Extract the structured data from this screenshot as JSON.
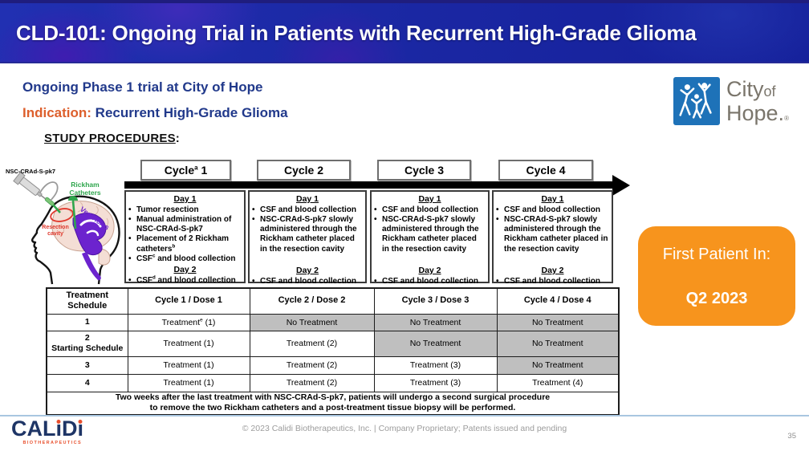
{
  "ui": {
    "bullet": "•"
  },
  "colors": {
    "banner_blue": "#1B28A4",
    "headline_navy": "#21398B",
    "accent_orange": "#DD5F2C",
    "callout_orange": "#F7941D",
    "catheter_green": "#2FA64D",
    "ventricle_purple": "#6C23CE",
    "resection_red": "#E0382C",
    "city_of_hope_blue": "#1E72B8",
    "table_shaded_gray": "#BFBFBF",
    "calidi_navy": "#1E3566"
  },
  "slide": {
    "title": "CLD-101: Ongoing Trial in Patients with Recurrent High-Grade Glioma",
    "subtitle": "Ongoing Phase 1 trial at City of Hope",
    "indication_label": "Indication:",
    "indication_value": " Recurrent High-Grade Glioma",
    "section_heading": "STUDY PROCEDURES",
    "section_heading_colon": ":"
  },
  "logos": {
    "city_of_hope": {
      "word1": "City",
      "word2": "of",
      "word3": "Hope.",
      "reg": "®"
    },
    "calidi": {
      "part1": "CAL",
      "iglyph": "ı",
      "part2": "D",
      "sub": "BIOTHERAPEUTICS"
    }
  },
  "diagram": {
    "label_drug": "NSC-CRAd-S-pk7",
    "label_catheters_line1": "Rickham",
    "label_catheters_line2": "Catheters",
    "label_ventricles": "Ventricles",
    "label_resection_line1": "Resection",
    "label_resection_line2": "cavity"
  },
  "cycles": [
    {
      "header": {
        "pre": "Cycle",
        "sup": "a",
        "post": " 1"
      },
      "day1_label": "Day 1",
      "day1_items": [
        {
          "pre": "Tumor resection",
          "sup": "",
          "post": ""
        },
        {
          "pre": "Manual administration of NSC-CRAd-S-pk7",
          "sup": "",
          "post": ""
        },
        {
          "pre": "Placement of 2 Rickham catheters",
          "sup": "b",
          "post": ""
        },
        {
          "pre": "CSF",
          "sup": "c",
          "post": " and blood collection"
        }
      ],
      "day2_label": "Day 2",
      "day2_items": [
        {
          "pre": "CSF",
          "sup": "d",
          "post": " and blood collection"
        }
      ]
    },
    {
      "header": {
        "pre": "Cycle",
        "sup": "",
        "post": " 2"
      },
      "day1_label": "Day 1",
      "day1_items": [
        {
          "pre": "CSF and blood collection",
          "sup": "",
          "post": ""
        },
        {
          "pre": "NSC-CRAd-S-pk7 slowly administered through the Rickham catheter placed in the resection cavity",
          "sup": "",
          "post": ""
        }
      ],
      "day2_label": "Day 2",
      "day2_items": [
        {
          "pre": "CSF and blood collection",
          "sup": "",
          "post": ""
        }
      ]
    },
    {
      "header": {
        "pre": "Cycle",
        "sup": "",
        "post": " 3"
      },
      "day1_label": "Day 1",
      "day1_items": [
        {
          "pre": "CSF and blood collection",
          "sup": "",
          "post": ""
        },
        {
          "pre": "NSC-CRAd-S-pk7 slowly administered through the Rickham catheter placed in the resection cavity",
          "sup": "",
          "post": ""
        }
      ],
      "day2_label": "Day 2",
      "day2_items": [
        {
          "pre": "CSF and blood collection",
          "sup": "",
          "post": ""
        }
      ]
    },
    {
      "header": {
        "pre": "Cycle",
        "sup": "",
        "post": " 4"
      },
      "day1_label": "Day 1",
      "day1_items": [
        {
          "pre": "CSF and blood collection",
          "sup": "",
          "post": ""
        },
        {
          "pre": "NSC-CRAd-S-pk7 slowly administered through the Rickham catheter placed in the resection cavity",
          "sup": "",
          "post": ""
        }
      ],
      "day2_label": "Day 2",
      "day2_items": [
        {
          "pre": "CSF and blood collection",
          "sup": "",
          "post": ""
        }
      ]
    }
  ],
  "table": {
    "headers": [
      "Treatment Schedule",
      "Cycle 1 / Dose 1",
      "Cycle 2 / Dose 2",
      "Cycle 3 / Dose 3",
      "Cycle 4 / Dose 4"
    ],
    "rows": [
      {
        "label_line1": "1",
        "label_line2": "",
        "cells": [
          {
            "pre": "Treatment",
            "sup": "e",
            "post": " (1)",
            "shaded": false
          },
          {
            "pre": "No Treatment",
            "sup": "",
            "post": "",
            "shaded": true
          },
          {
            "pre": "No Treatment",
            "sup": "",
            "post": "",
            "shaded": true
          },
          {
            "pre": "No Treatment",
            "sup": "",
            "post": "",
            "shaded": true
          }
        ]
      },
      {
        "label_line1": "2",
        "label_line2": "Starting Schedule",
        "cells": [
          {
            "pre": "Treatment (1)",
            "sup": "",
            "post": "",
            "shaded": false
          },
          {
            "pre": "Treatment (2)",
            "sup": "",
            "post": "",
            "shaded": false
          },
          {
            "pre": "No Treatment",
            "sup": "",
            "post": "",
            "shaded": true
          },
          {
            "pre": "No Treatment",
            "sup": "",
            "post": "",
            "shaded": true
          }
        ]
      },
      {
        "label_line1": "3",
        "label_line2": "",
        "cells": [
          {
            "pre": "Treatment (1)",
            "sup": "",
            "post": "",
            "shaded": false
          },
          {
            "pre": "Treatment (2)",
            "sup": "",
            "post": "",
            "shaded": false
          },
          {
            "pre": "Treatment (3)",
            "sup": "",
            "post": "",
            "shaded": false
          },
          {
            "pre": "No Treatment",
            "sup": "",
            "post": "",
            "shaded": true
          }
        ]
      },
      {
        "label_line1": "4",
        "label_line2": "",
        "cells": [
          {
            "pre": "Treatment (1)",
            "sup": "",
            "post": "",
            "shaded": false
          },
          {
            "pre": "Treatment (2)",
            "sup": "",
            "post": "",
            "shaded": false
          },
          {
            "pre": "Treatment (3)",
            "sup": "",
            "post": "",
            "shaded": false
          },
          {
            "pre": "Treatment (4)",
            "sup": "",
            "post": "",
            "shaded": false
          }
        ]
      }
    ],
    "note_line1": "Two weeks after the last treatment with NSC-CRAd-S-pk7, patients will undergo a second surgical procedure",
    "note_line2": "to remove the two Rickham catheters and a post-treatment tissue biopsy will be performed."
  },
  "callout": {
    "line1": "First Patient In:",
    "line2": "Q2 2023"
  },
  "footer": {
    "copyright": "© 2023 Calidi Biotherapeutics, Inc. |  Company Proprietary; Patents issued and pending",
    "page_number": "35"
  }
}
